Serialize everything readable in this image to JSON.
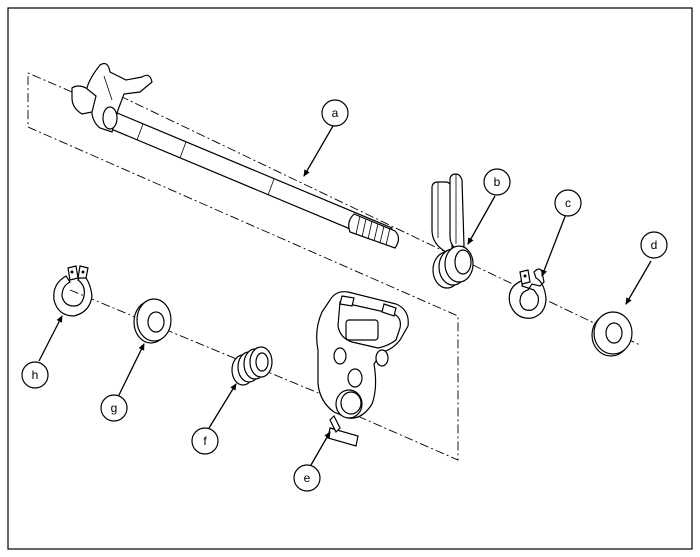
{
  "diagram": {
    "callouts": [
      {
        "id": "a",
        "label": "a"
      },
      {
        "id": "b",
        "label": "b"
      },
      {
        "id": "c",
        "label": "c"
      },
      {
        "id": "d",
        "label": "d"
      },
      {
        "id": "e",
        "label": "e"
      },
      {
        "id": "f",
        "label": "f"
      },
      {
        "id": "g",
        "label": "g"
      },
      {
        "id": "h",
        "label": "h"
      }
    ]
  }
}
